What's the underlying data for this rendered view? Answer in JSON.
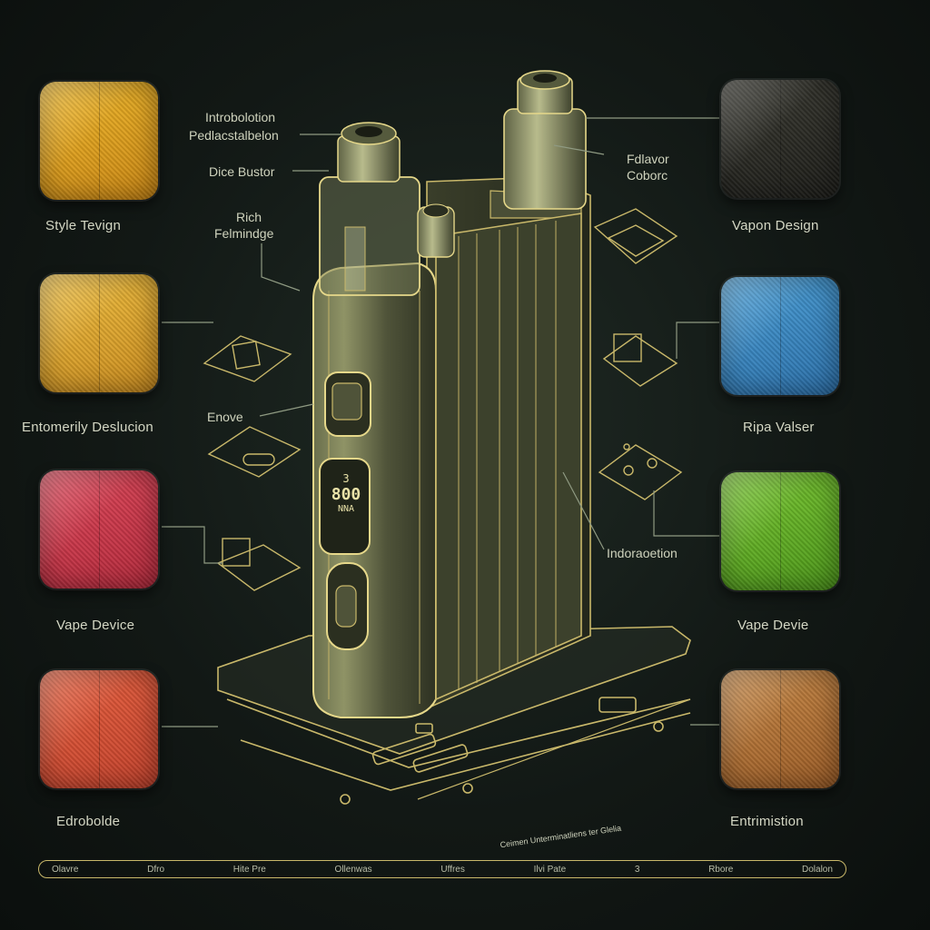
{
  "swatches_left": [
    {
      "label": "Style Tevign",
      "color_top": "#f0b92a",
      "color_bottom": "#c98512"
    },
    {
      "label": "Entomerily Deslucion",
      "color_top": "#f0c040",
      "color_bottom": "#c98a1c"
    },
    {
      "label": "Vape Device",
      "color_top": "#e0485a",
      "color_bottom": "#b3283a"
    },
    {
      "label": "Edrobolde",
      "color_top": "#e8603f",
      "color_bottom": "#c2402a"
    }
  ],
  "swatches_right": [
    {
      "label": "Vapon Design",
      "color_top": "#3a3a32",
      "color_bottom": "#1c1c18"
    },
    {
      "label": "Ripa Valser",
      "color_top": "#4aa0d8",
      "color_bottom": "#2a6ea8"
    },
    {
      "label": "Vape Devie",
      "color_top": "#7ac832",
      "color_bottom": "#4a9418"
    },
    {
      "label": "Entrimistion",
      "color_top": "#c88a48",
      "color_bottom": "#9a5a24"
    }
  ],
  "callouts": {
    "intro": "Introbolotion",
    "pedal": "Pedlacstalbelon",
    "dice": "Dice Bustor",
    "rich1": "Rich",
    "rich2": "Felmindge",
    "flavor1": "Fdlavor",
    "flavor2": "Coborc",
    "enove": "Enove",
    "info": "Indoraoetion",
    "fine_print": "Ceimen Unterminatliens ter Glelia"
  },
  "device": {
    "screen_top": "3",
    "screen_value": "800",
    "screen_sub": "NNA"
  },
  "footer": [
    "Olavre",
    "Dfro",
    "Hite Pre",
    "Ollenwas",
    "Uffres",
    "Ilvi Pate",
    "3",
    "Rbore",
    "Dolalon"
  ],
  "colors": {
    "line": "#c9b86a",
    "line_dim": "#8f9a82",
    "device_body": "#4d5239",
    "device_light": "#8a8e64",
    "accent": "#e6d88a"
  }
}
